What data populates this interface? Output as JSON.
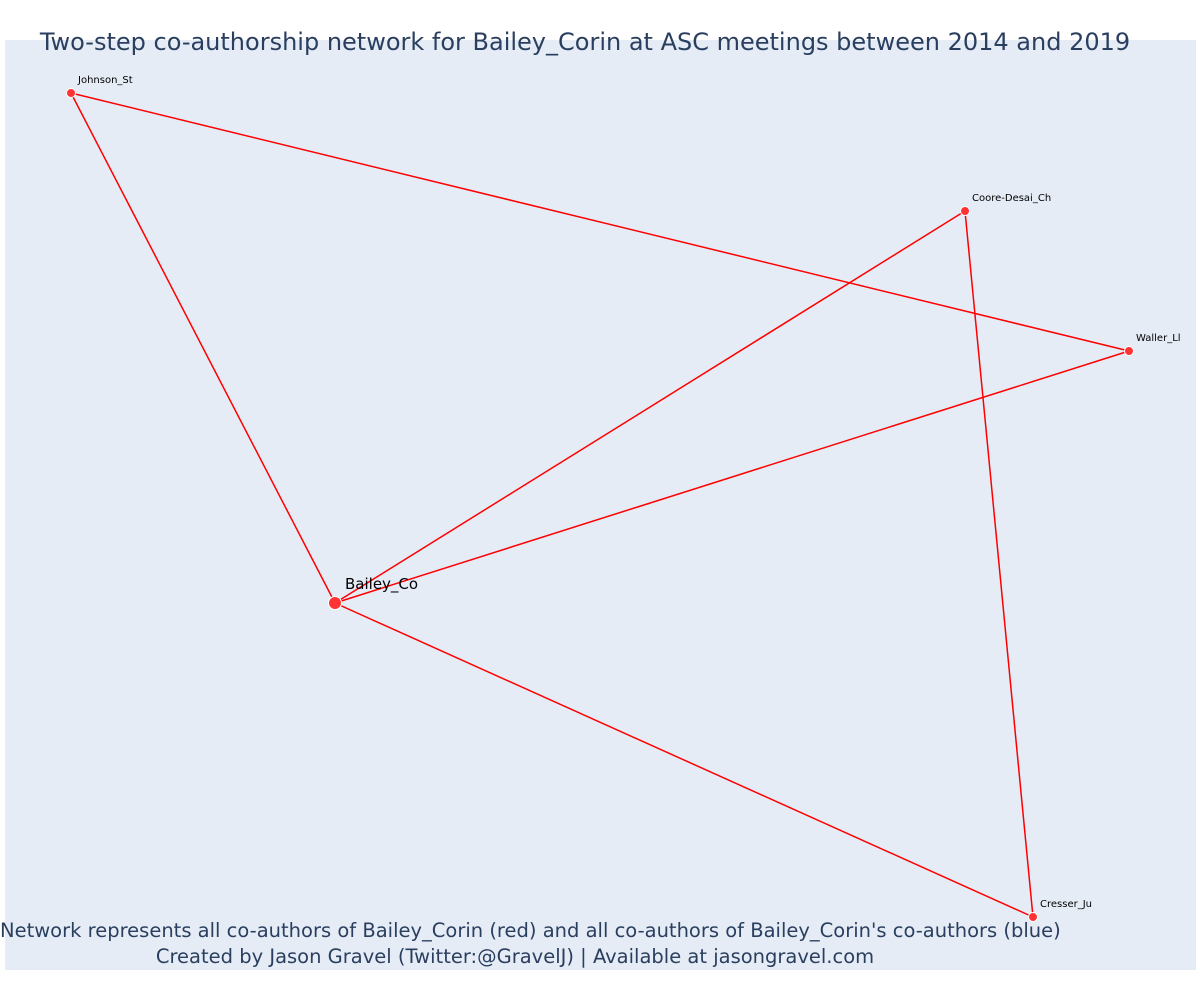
{
  "title": "Two-step co-authorship network for Bailey_Corin at ASC meetings between 2014 and 2019",
  "caption": {
    "line1": "Network represents all co-authors of Bailey_Corin (red) and all co-authors of Bailey_Corin's co-authors (blue)",
    "line2": "Created by Jason Gravel (Twitter:@GravelJ) | Available at jasongravel.com"
  },
  "colors": {
    "background": "#e5ecf6",
    "edge": "#ff0000",
    "node_red": "#ff3333",
    "text": "#2a3f5f"
  },
  "nodes": [
    {
      "id": "Bailey_Co",
      "label": "Bailey_Co",
      "color": "red",
      "focal": true
    },
    {
      "id": "Johnson_St",
      "label": "Johnson_St",
      "color": "red",
      "focal": false
    },
    {
      "id": "Coore-Desai_Ch",
      "label": "Coore-Desai_Ch",
      "color": "red",
      "focal": false
    },
    {
      "id": "Waller_Ll",
      "label": "Waller_Ll",
      "color": "red",
      "focal": false
    },
    {
      "id": "Cresser_Ju",
      "label": "Cresser_Ju",
      "color": "red",
      "focal": false
    }
  ],
  "edges": [
    {
      "source": "Bailey_Co",
      "target": "Johnson_St"
    },
    {
      "source": "Bailey_Co",
      "target": "Coore-Desai_Ch"
    },
    {
      "source": "Bailey_Co",
      "target": "Waller_Ll"
    },
    {
      "source": "Bailey_Co",
      "target": "Cresser_Ju"
    },
    {
      "source": "Johnson_St",
      "target": "Waller_Ll"
    },
    {
      "source": "Coore-Desai_Ch",
      "target": "Cresser_Ju"
    }
  ]
}
